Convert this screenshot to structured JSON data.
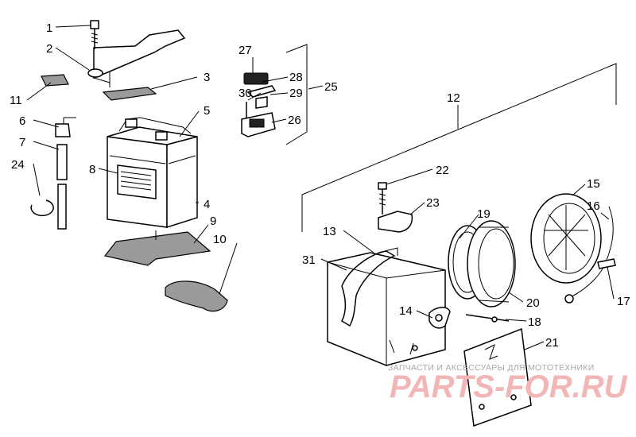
{
  "callouts": [
    "1",
    "2",
    "3",
    "4",
    "5",
    "6",
    "7",
    "8",
    "9",
    "10",
    "11",
    "12",
    "13",
    "14",
    "15",
    "16",
    "17",
    "18",
    "19",
    "20",
    "21",
    "22",
    "23",
    "24",
    "25",
    "26",
    "27",
    "28",
    "29",
    "30",
    "31"
  ],
  "watermark": {
    "caption": "ЗАПЧАСТИ И АКСЕССУАРЫ ДЛЯ МОТОТЕХНИКИ",
    "logo": "PARTS-FOR.RU"
  }
}
